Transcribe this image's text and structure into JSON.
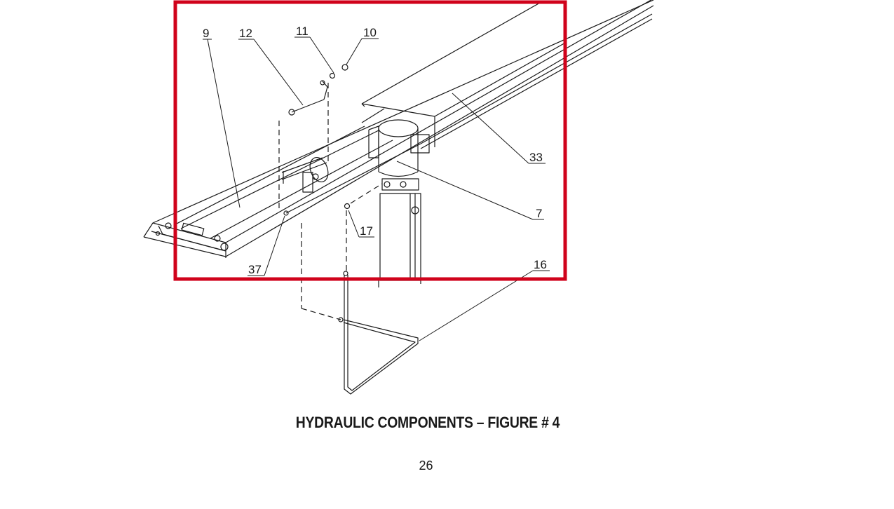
{
  "figure": {
    "caption": "HYDRAULIC COMPONENTS – FIGURE # 4",
    "page_number": "26",
    "highlight_color": "#d0021b",
    "line_color": "#1a1a1a"
  },
  "callouts": {
    "c9": "9",
    "c12": "12",
    "c11": "11",
    "c10": "10",
    "c33": "33",
    "c7": "7",
    "c17": "17",
    "c37": "37",
    "c16": "16"
  }
}
